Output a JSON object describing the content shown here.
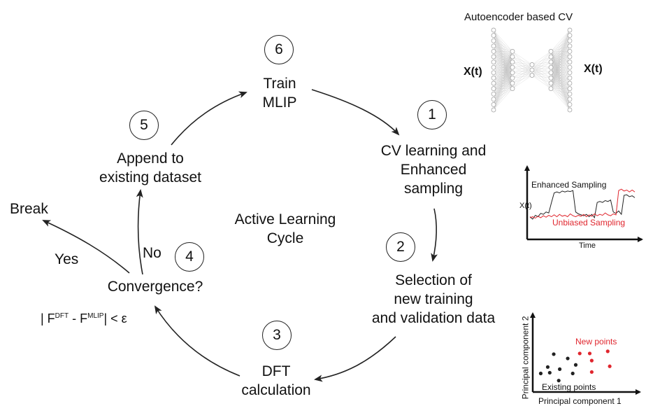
{
  "steps": [
    {
      "num": "1",
      "lines": [
        "CV learning and",
        "Enhanced",
        "sampling"
      ]
    },
    {
      "num": "2",
      "lines": [
        "Selection of",
        "new training",
        "and validation data"
      ]
    },
    {
      "num": "3",
      "lines": [
        "DFT",
        "calculation"
      ]
    },
    {
      "num": "4",
      "lines": [
        "Convergence?"
      ]
    },
    {
      "num": "5",
      "lines": [
        "Append to",
        "existing dataset"
      ]
    },
    {
      "num": "6",
      "lines": [
        "Train",
        "MLIP"
      ]
    }
  ],
  "center_title": [
    "Active Learning",
    "Cycle"
  ],
  "branch": {
    "yes": "Yes",
    "no": "No",
    "break": "Break"
  },
  "criterion": {
    "prefix": "| F",
    "sup1": "DFT",
    "mid": " - F",
    "sup2": "MLIP",
    "suffix": "| < ε"
  },
  "autoencoder": {
    "title": "Autoencoder based CV",
    "input": "X(t)",
    "output": "X(t)",
    "layers": [
      16,
      8,
      3,
      8,
      16
    ]
  },
  "colors": {
    "ink": "#222222",
    "red": "#e0262e"
  },
  "chart_data": [
    {
      "type": "line",
      "title": "",
      "xlabel": "Time",
      "ylabel": "X(t)",
      "series": [
        {
          "name": "Enhanced Sampling",
          "color": "#222222",
          "values": [
            0.3,
            0.25,
            0.33,
            0.3,
            0.37,
            0.35,
            0.4,
            0.38,
            0.6,
            0.8,
            0.82,
            0.8,
            0.84,
            0.82,
            0.84,
            0.83,
            0.85,
            0.4,
            0.36,
            0.34,
            0.32,
            0.35,
            0.3,
            0.35,
            0.28,
            0.6,
            0.62,
            0.6,
            0.64,
            0.62,
            0.65,
            0.4,
            0.37,
            0.42,
            0.35,
            0.75,
            0.76,
            0.72,
            0.74,
            0.7
          ]
        },
        {
          "name": "Unbiased Sampling",
          "color": "#e0262e",
          "values": [
            0.28,
            0.3,
            0.27,
            0.31,
            0.28,
            0.32,
            0.29,
            0.33,
            0.3,
            0.34,
            0.3,
            0.35,
            0.31,
            0.33,
            0.3,
            0.36,
            0.32,
            0.3,
            0.33,
            0.31,
            0.35,
            0.3,
            0.34,
            0.31,
            0.36,
            0.32,
            0.35,
            0.33,
            0.38,
            0.34,
            0.32,
            0.36,
            0.34,
            0.85,
            0.88,
            0.84,
            0.86,
            0.82,
            0.86,
            0.82
          ]
        }
      ]
    },
    {
      "type": "scatter",
      "title": "",
      "xlabel": "Principal component 1",
      "ylabel": "Principal component 2",
      "xlim": [
        0,
        10
      ],
      "ylim": [
        0,
        10
      ],
      "annotations": [
        "New points",
        "Existing points"
      ],
      "series": [
        {
          "name": "Existing points",
          "color": "#222222",
          "points": [
            [
              0.8,
              2.6
            ],
            [
              1.5,
              3.5
            ],
            [
              1.7,
              2.7
            ],
            [
              2.1,
              5.3
            ],
            [
              2.6,
              1.6
            ],
            [
              2.7,
              3.2
            ],
            [
              3.5,
              4.7
            ],
            [
              4.0,
              2.6
            ],
            [
              4.3,
              3.8
            ]
          ]
        },
        {
          "name": "New points",
          "color": "#e0262e",
          "points": [
            [
              4.7,
              5.4
            ],
            [
              5.7,
              5.4
            ],
            [
              5.9,
              4.4
            ],
            [
              5.9,
              2.8
            ],
            [
              7.5,
              5.7
            ],
            [
              7.7,
              3.6
            ]
          ]
        }
      ]
    }
  ]
}
